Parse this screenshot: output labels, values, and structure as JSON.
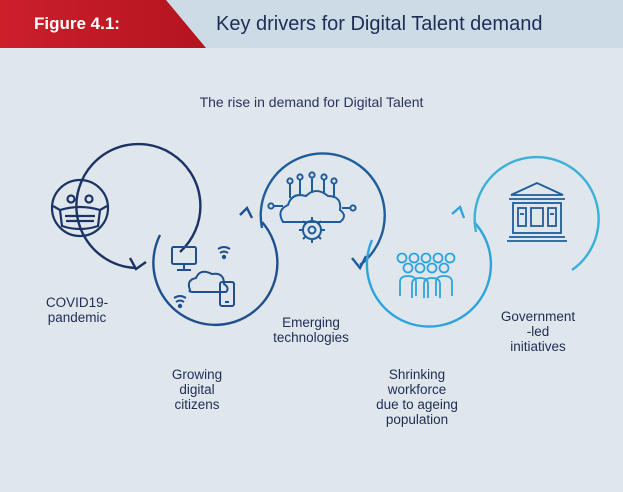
{
  "header": {
    "label": "Figure 4.1:",
    "title": "Key drivers for Digital Talent demand"
  },
  "diagram": {
    "subtitle": "The rise in demand for Digital Talent",
    "stages": [
      {
        "label": "COVID19-\npandemic",
        "icon": "masked-face-icon",
        "color": "#1c3366"
      },
      {
        "label": "Growing\ndigital\ncitizens",
        "icon": "connected-devices-icon",
        "color": "#1f4f8f"
      },
      {
        "label": "Emerging\ntechnologies",
        "icon": "cloud-gear-icon",
        "color": "#1f5c9c"
      },
      {
        "label": "Shrinking\nworkforce\ndue to ageing\npopulation",
        "icon": "crowd-icon",
        "color": "#2ea4dc"
      },
      {
        "label": "Government\n-led\ninitiatives",
        "icon": "government-building-icon",
        "color": "#3bb0d9"
      }
    ]
  },
  "colors": {
    "header_red": "#c41a25",
    "header_band": "#ccdbe6",
    "background": "#dfe6ec",
    "navy": "#1f2d55",
    "light_blue": "#2ea4dc"
  }
}
